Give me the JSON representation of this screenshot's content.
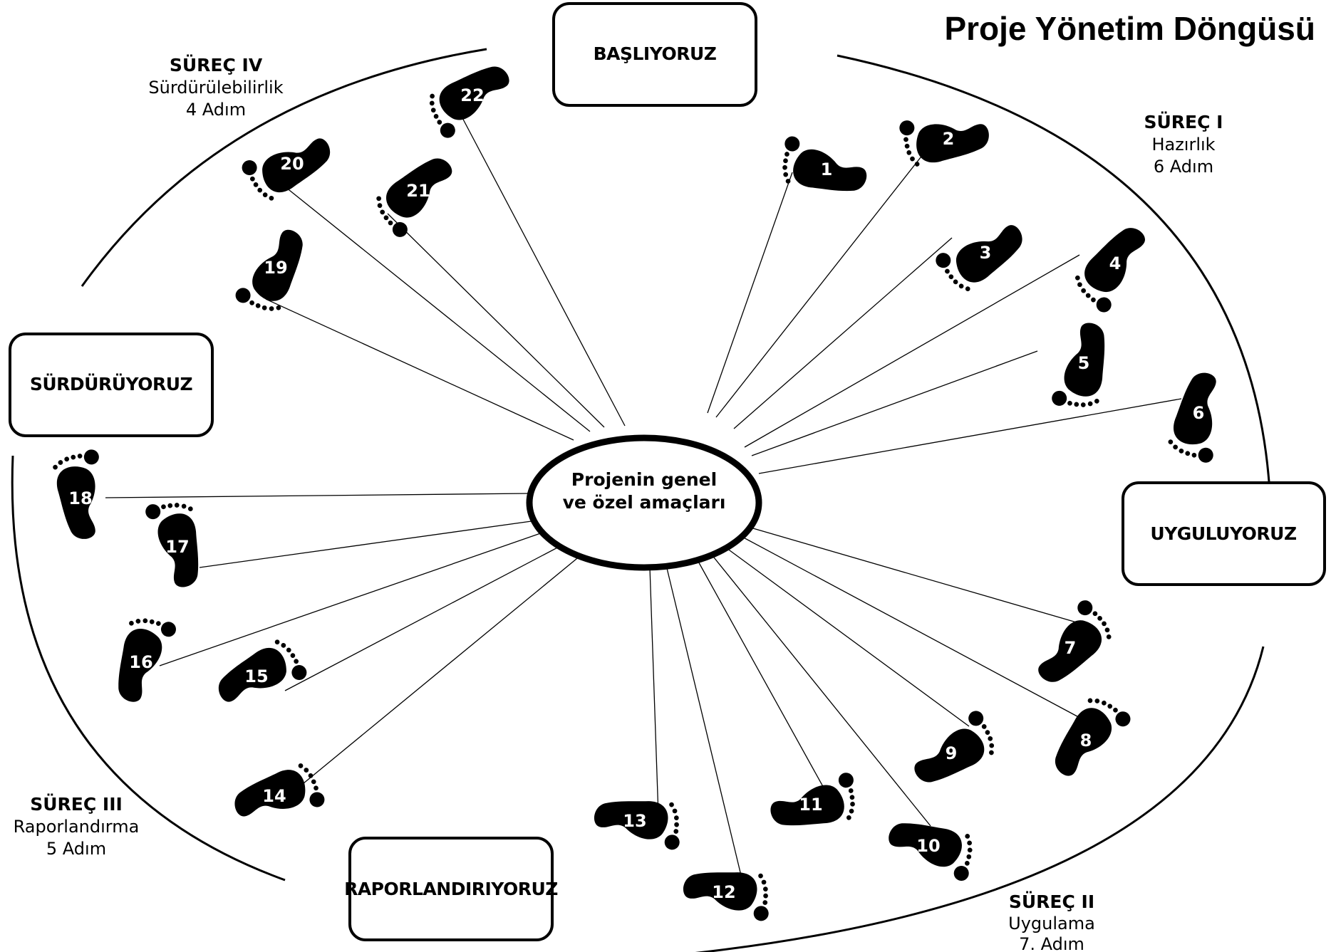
{
  "title": "Proje Yönetim Döngüsü",
  "center": {
    "line1": "Projenin genel",
    "line2": "ve özel amaçları"
  },
  "stages": [
    {
      "key": "baslangic",
      "label": "BAŞLIYORUZ"
    },
    {
      "key": "uygulama",
      "label": "UYGULUYORUZ"
    },
    {
      "key": "raporlama",
      "label": "RAPORLANDIRIYORUZ"
    },
    {
      "key": "surdurme",
      "label": "SÜRDÜRÜYORUZ"
    }
  ],
  "phases": [
    {
      "key": "surec1",
      "title": "SÜREÇ I",
      "name": "Hazırlık",
      "steps": "6 Adım"
    },
    {
      "key": "surec2",
      "title": "SÜREÇ II",
      "name": "Uygulama",
      "steps": "7. Adım"
    },
    {
      "key": "surec3",
      "title": "SÜREÇ III",
      "name": "Raporlandırma",
      "steps": "5 Adım"
    },
    {
      "key": "surec4",
      "title": "SÜREÇ IV",
      "name": "Sürdürülebilirlik",
      "steps": "4 Adım"
    }
  ],
  "footsteps": [
    "1",
    "2",
    "3",
    "4",
    "5",
    "6",
    "7",
    "8",
    "9",
    "10",
    "11",
    "12",
    "13",
    "14",
    "15",
    "16",
    "17",
    "18",
    "19",
    "20",
    "21",
    "22"
  ],
  "colors": {
    "ink": "#000000",
    "paper": "#ffffff"
  }
}
